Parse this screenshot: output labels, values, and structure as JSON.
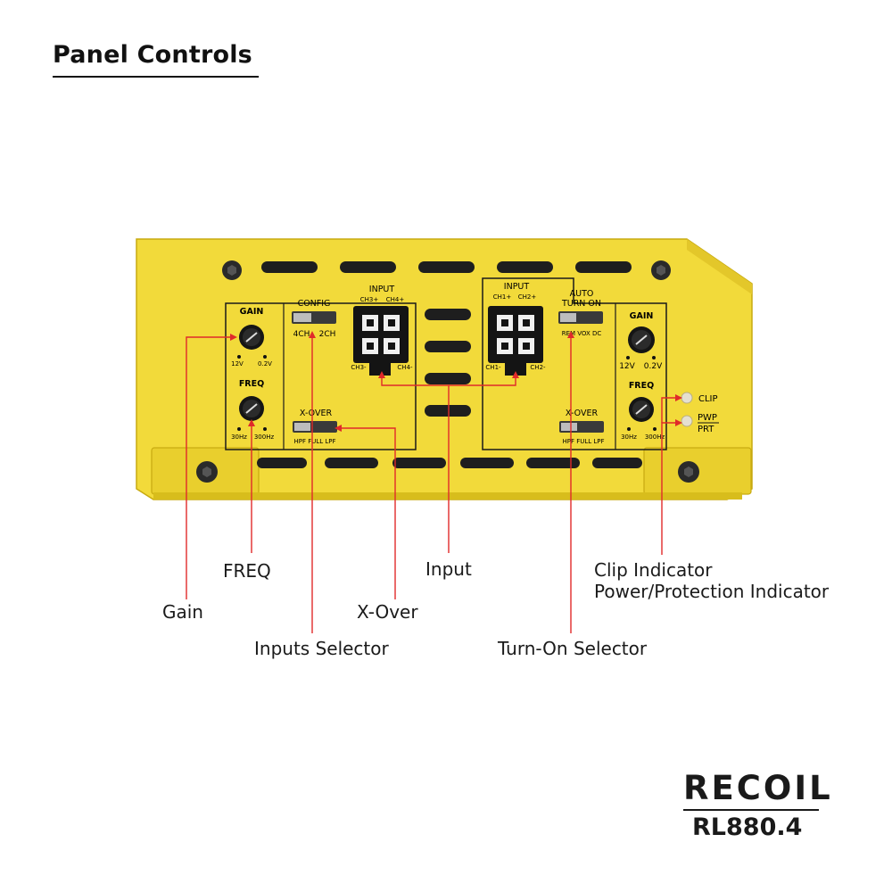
{
  "heading": "Panel Controls",
  "brand": {
    "logo": "RECOIL",
    "model": "RL880.4"
  },
  "colors": {
    "panel": "#f2da3a",
    "panel_shade": "#d8bd1c",
    "outline": "#1b1b1b",
    "leader": "#e02a2a"
  },
  "panel": {
    "left_group": {
      "gain": {
        "title": "GAIN",
        "min": "12V",
        "max": "0.2V"
      },
      "freq": {
        "title": "FREQ",
        "min": "30Hz",
        "max": "300Hz"
      },
      "config": {
        "title": "CONFIG",
        "opt1": "4CH",
        "opt2": "2CH"
      },
      "xover": {
        "title": "X-OVER",
        "options": "HPF FULL LPF"
      },
      "input": {
        "title": "INPUT",
        "top_left": "CH3+",
        "top_right": "CH4+",
        "bottom_left": "CH3-",
        "bottom_right": "CH4-"
      }
    },
    "right_group": {
      "input": {
        "title": "INPUT",
        "top_left": "CH1+",
        "top_right": "CH2+",
        "bottom_left": "CH1-",
        "bottom_right": "CH2-"
      },
      "auto_turn_on": {
        "title_line1": "AUTO",
        "title_line2": "TURN ON",
        "options": "REM VOX DC"
      },
      "gain": {
        "title": "GAIN",
        "min": "12V",
        "max": "0.2V"
      },
      "freq": {
        "title": "FREQ",
        "min": "30Hz",
        "max": "300Hz"
      },
      "xover": {
        "title": "X-OVER",
        "options": "HPF FULL LPF"
      },
      "clip": "CLIP",
      "pwp_line1": "PWP",
      "pwp_line2": "PRT"
    }
  },
  "callouts": {
    "gain": "Gain",
    "freq": "FREQ",
    "inputs_selector": "Inputs Selector",
    "xover": "X-Over",
    "input": "Input",
    "turn_on_selector": "Turn-On Selector",
    "clip_indicator": "Clip Indicator",
    "power_protection_indicator": "Power/Protection Indicator"
  }
}
